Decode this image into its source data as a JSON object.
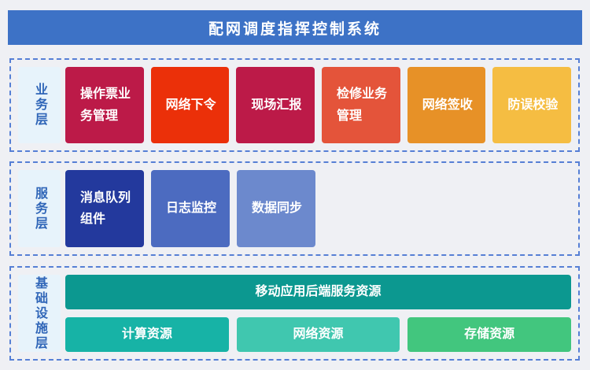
{
  "title": "配网调度指挥控制系统",
  "theme": {
    "page_bg": "#EFF0F4",
    "header_bg": "#3D72C6",
    "section_border": "#567FD5",
    "layer_label_bg": "#E7F3FB",
    "layer_label_text": "#3066B8",
    "box_text": "#FFFFFF"
  },
  "business_layer": {
    "label": "业务层",
    "items": [
      {
        "label": "操作票业务管理",
        "color": "#BC1A48"
      },
      {
        "label": "网络下令",
        "color": "#EB3009"
      },
      {
        "label": "现场汇报",
        "color": "#BC1A48"
      },
      {
        "label": "检修业务管理",
        "color": "#E4543A"
      },
      {
        "label": "网络签收",
        "color": "#E79127"
      },
      {
        "label": "防误校验",
        "color": "#F5BD42"
      }
    ]
  },
  "service_layer": {
    "label": "服务层",
    "items": [
      {
        "label": "消息队列组件",
        "color": "#23399D"
      },
      {
        "label": "日志监控",
        "color": "#4C6BC0"
      },
      {
        "label": "数据同步",
        "color": "#6C89CD"
      }
    ]
  },
  "infrastructure_layer": {
    "label": "基础设施层",
    "backend": {
      "label": "移动应用后端服务资源",
      "color": "#0C9890"
    },
    "resources": [
      {
        "label": "计算资源",
        "color": "#17B3A6"
      },
      {
        "label": "网络资源",
        "color": "#40C7AF"
      },
      {
        "label": "存储资源",
        "color": "#42C67E"
      }
    ]
  }
}
